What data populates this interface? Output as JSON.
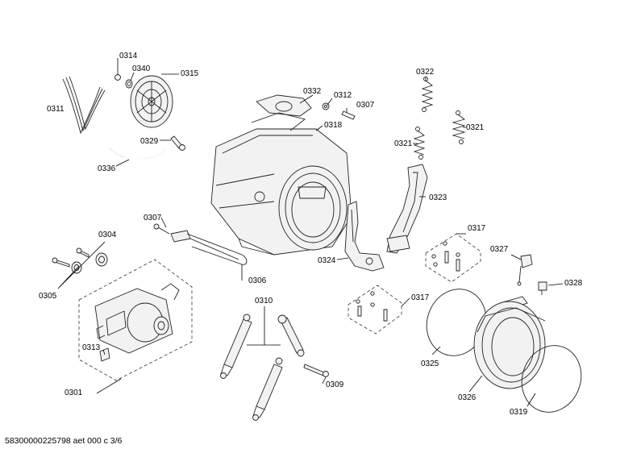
{
  "diagram": {
    "footer": "58300000225798 aet 000 c 3/6",
    "labels": [
      "0311",
      "0314",
      "0340",
      "0315",
      "0329",
      "0336",
      "0307",
      "0304",
      "0305",
      "0306",
      "0301",
      "0313",
      "0310",
      "0309",
      "0332",
      "0312",
      "0307",
      "0318",
      "0322",
      "0321",
      "0321",
      "0323",
      "0324",
      "0317",
      "0317",
      "0327",
      "0328",
      "0325",
      "0326",
      "0319"
    ]
  }
}
